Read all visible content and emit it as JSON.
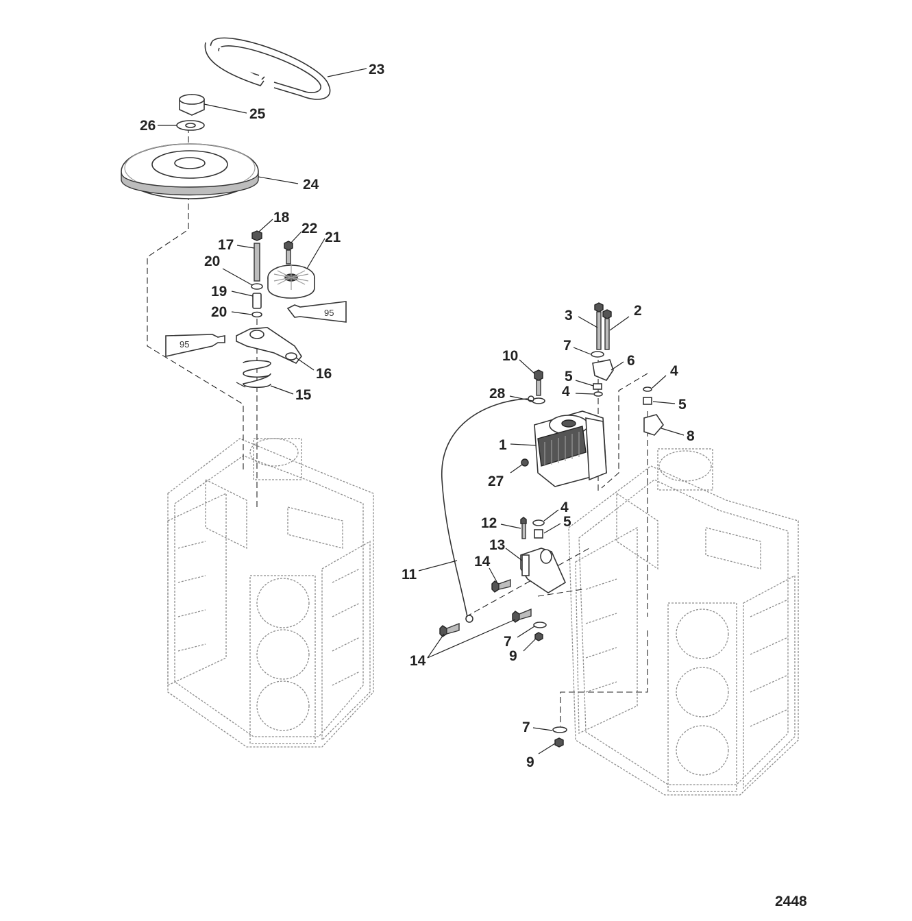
{
  "diagram": {
    "figure_number": "2448",
    "sealant_tube_label": "95",
    "callouts": [
      {
        "id": "c23",
        "label": "23"
      },
      {
        "id": "c25",
        "label": "25"
      },
      {
        "id": "c26",
        "label": "26"
      },
      {
        "id": "c24",
        "label": "24"
      },
      {
        "id": "c18",
        "label": "18"
      },
      {
        "id": "c22",
        "label": "22"
      },
      {
        "id": "c21",
        "label": "21"
      },
      {
        "id": "c17",
        "label": "17"
      },
      {
        "id": "c20a",
        "label": "20"
      },
      {
        "id": "c19",
        "label": "19"
      },
      {
        "id": "c20b",
        "label": "20"
      },
      {
        "id": "c16",
        "label": "16"
      },
      {
        "id": "c15",
        "label": "15"
      },
      {
        "id": "c3",
        "label": "3"
      },
      {
        "id": "c2",
        "label": "2"
      },
      {
        "id": "c7a",
        "label": "7"
      },
      {
        "id": "c6",
        "label": "6"
      },
      {
        "id": "c10",
        "label": "10"
      },
      {
        "id": "c5a",
        "label": "5"
      },
      {
        "id": "c4a",
        "label": "4"
      },
      {
        "id": "c4b",
        "label": "4"
      },
      {
        "id": "c5b",
        "label": "5"
      },
      {
        "id": "c28",
        "label": "28"
      },
      {
        "id": "c8",
        "label": "8"
      },
      {
        "id": "c1",
        "label": "1"
      },
      {
        "id": "c27",
        "label": "27"
      },
      {
        "id": "c4c",
        "label": "4"
      },
      {
        "id": "c12",
        "label": "12"
      },
      {
        "id": "c5c",
        "label": "5"
      },
      {
        "id": "c13",
        "label": "13"
      },
      {
        "id": "c11",
        "label": "11"
      },
      {
        "id": "c14a",
        "label": "14"
      },
      {
        "id": "c7b",
        "label": "7"
      },
      {
        "id": "c9a",
        "label": "9"
      },
      {
        "id": "c14b",
        "label": "14"
      },
      {
        "id": "c7c",
        "label": "7"
      },
      {
        "id": "c9b",
        "label": "9"
      }
    ]
  }
}
